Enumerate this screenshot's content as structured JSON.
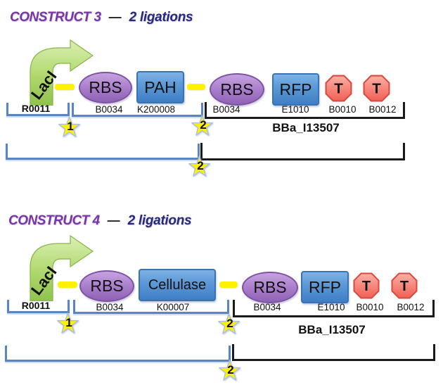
{
  "diagram": {
    "background": "#FFFFFF",
    "palette": {
      "promoter_green": "#9CCB5E",
      "rbs_purple": "#A77BC9",
      "gene_blue": "#4F94D8",
      "terminator_red": "#F26055",
      "linker_dash_yellow": "#FFF200",
      "bracket_blue": "#5B84C3",
      "bracket_black": "#1B1B1B",
      "ligation_star_yellow": "#FFF100",
      "title_purple": "#7A35A8",
      "title_navy": "#28287E"
    }
  },
  "constructs": [
    {
      "title": "CONSTRUCT 3",
      "separator": "—",
      "ligation_note": "2 ligations",
      "promoter": {
        "label": "LacI",
        "part_id": "R0011"
      },
      "rbs1": {
        "label": "RBS",
        "part_id": "B0034"
      },
      "gene": {
        "label": "PAH",
        "part_id": "K200008"
      },
      "rbs2": {
        "label": "RBS",
        "part_id": "B0034"
      },
      "reporter": {
        "label": "RFP",
        "part_id": "E1010"
      },
      "terminator1": {
        "label": "T",
        "part_id": "B0010"
      },
      "terminator2": {
        "label": "T",
        "part_id": "B0012"
      },
      "composite_label": "BBa_I13507",
      "stars": [
        "1",
        "2",
        "2"
      ]
    },
    {
      "title": "CONSTRUCT 4",
      "separator": "—",
      "ligation_note": "2 ligations",
      "promoter": {
        "label": "LacI",
        "part_id": "R0011"
      },
      "rbs1": {
        "label": "RBS",
        "part_id": "B0034"
      },
      "gene": {
        "label": "Cellulase",
        "part_id": "K00007"
      },
      "rbs2": {
        "label": "RBS",
        "part_id": "B0034"
      },
      "reporter": {
        "label": "RFP",
        "part_id": "E1010"
      },
      "terminator1": {
        "label": "T",
        "part_id": "B0010"
      },
      "terminator2": {
        "label": "T",
        "part_id": "B0012"
      },
      "composite_label": "BBa_I13507",
      "stars": [
        "1",
        "2",
        "2"
      ]
    }
  ]
}
